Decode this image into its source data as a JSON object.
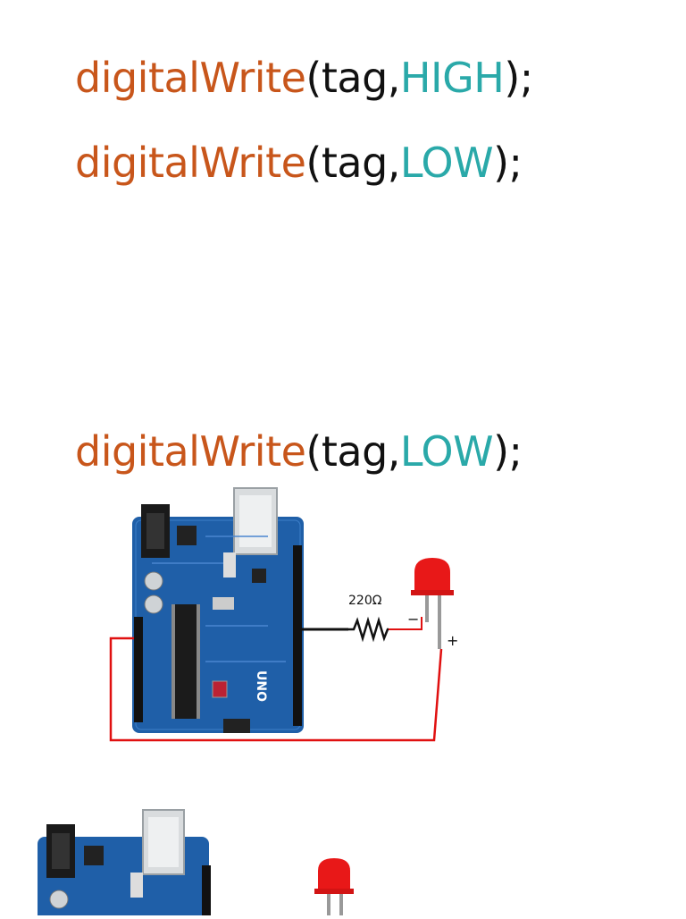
{
  "lines": [
    {
      "fn": "digitalWrite",
      "open": "(",
      "arg": "tag,",
      "const": "HIGH",
      "close": ");"
    },
    {
      "fn": "digitalWrite",
      "open": "(",
      "arg": "tag,",
      "const": "LOW",
      "close": ");"
    },
    {
      "fn": "digitalWrite",
      "open": "(",
      "arg": "tag,",
      "const": "LOW",
      "close": ");"
    }
  ],
  "circuit": {
    "resistor_label": "220Ω",
    "minus_label": "−",
    "plus_label": "+",
    "board_label": "UNO"
  },
  "colors": {
    "function": "#c8561b",
    "constant": "#2aa9a9",
    "board": "#1f5fa8",
    "wire_red": "#e01010",
    "led_red": "#e81818"
  }
}
